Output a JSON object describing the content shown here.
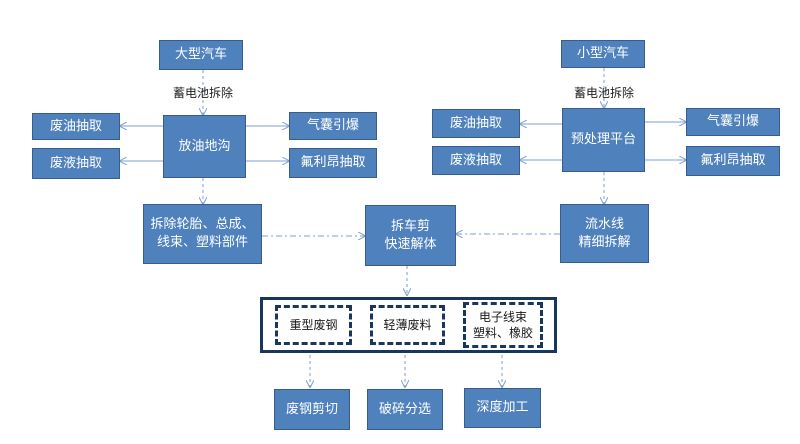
{
  "left": {
    "vehicle": "大型汽车",
    "battery_label": "蓄电池拆除",
    "center": "放油地沟",
    "waste_oil": "废油抽取",
    "waste_liquid": "废液抽取",
    "airbag": "气囊引爆",
    "freon": "氟利昂抽取",
    "parts": "拆除轮胎、总成、\n线束、塑料部件"
  },
  "right": {
    "vehicle": "小型汽车",
    "battery_label": "蓄电池拆除",
    "center": "预处理平台",
    "waste_oil": "废油抽取",
    "waste_liquid": "废液抽取",
    "airbag": "气囊引爆",
    "freon": "氟利昂抽取",
    "line": "流水线\n精细拆解"
  },
  "middle": {
    "shear": "拆车剪\n快速解体"
  },
  "sorting": {
    "heavy_steel": "重型废钢",
    "light_scrap": "轻薄废料",
    "electronics": "电子线束\n塑料、橡胶"
  },
  "outputs": {
    "steel_cut": "废钢剪切",
    "crush_sort": "破碎分选",
    "deep_process": "深度加工"
  },
  "colors": {
    "box_fill": "#4f81bd",
    "box_border": "#385d8a",
    "panel_border": "#17375e",
    "connector": "#7f9fcf"
  }
}
